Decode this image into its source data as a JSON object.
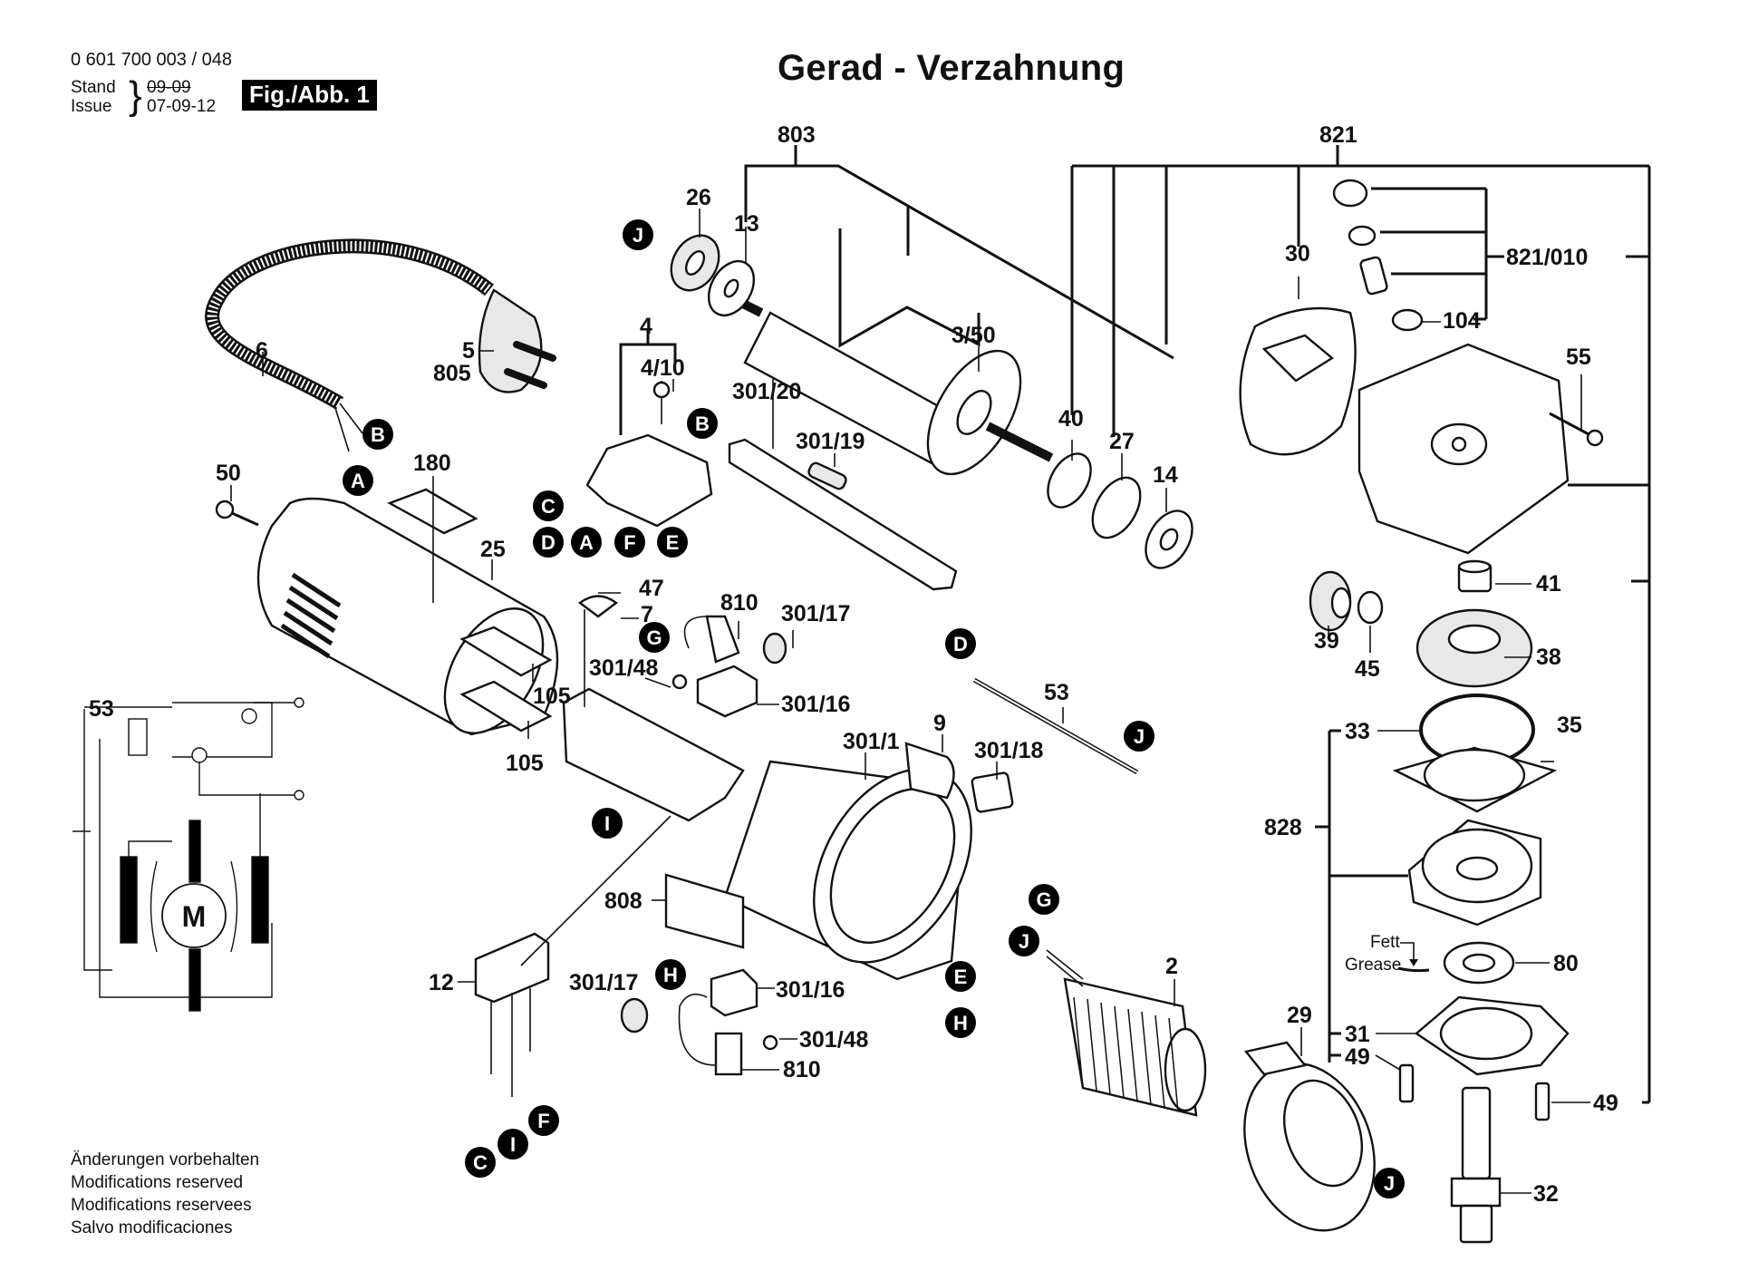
{
  "header": {
    "part_number": "0 601 700 003 / 048",
    "stand_label": "Stand",
    "issue_label": "Issue",
    "old_date": "09-09",
    "issue_date": "07-09-12",
    "figure_badge": "Fig./Abb. 1",
    "title": "Gerad - Verzahnung"
  },
  "notice": [
    "Änderungen vorbehalten",
    "Modifications reserved",
    "Modifications reservees",
    "Salvo modificaciones"
  ],
  "grease_note": {
    "de": "Fett",
    "en": "Grease"
  },
  "motor_symbol": "M",
  "labels": {
    "803": "803",
    "821": "821",
    "821_010": "821/010",
    "104": "104",
    "55": "55",
    "26": "26",
    "13": "13",
    "3_50": "3/50",
    "30": "30",
    "40": "40",
    "27": "27",
    "14": "14",
    "4": "4",
    "4_10": "4/10",
    "301_20": "301/20",
    "301_19": "301/19",
    "6": "6",
    "5": "5",
    "805": "805",
    "50": "50",
    "180": "180",
    "25": "25",
    "105a": "105",
    "105b": "105",
    "53a": "53",
    "53b": "53",
    "47": "47",
    "7": "7",
    "810a": "810",
    "301_17a": "301/17",
    "301_48a": "301/48",
    "301_16a": "301/16",
    "9": "9",
    "301_1": "301/1",
    "301_18": "301/18",
    "41": "41",
    "39": "39",
    "45": "45",
    "38": "38",
    "33": "33",
    "35": "35",
    "828": "828",
    "80": "80",
    "808": "808",
    "12": "12",
    "301_17b": "301/17",
    "301_16b": "301/16",
    "301_48b": "301/48",
    "810b": "810",
    "2": "2",
    "29": "29",
    "31": "31",
    "49a": "49",
    "49b": "49",
    "32": "32"
  },
  "connectors": {
    "A": "A",
    "B": "B",
    "C": "C",
    "D": "D",
    "E": "E",
    "F": "F",
    "G": "G",
    "H": "H",
    "I": "I",
    "J": "J"
  }
}
